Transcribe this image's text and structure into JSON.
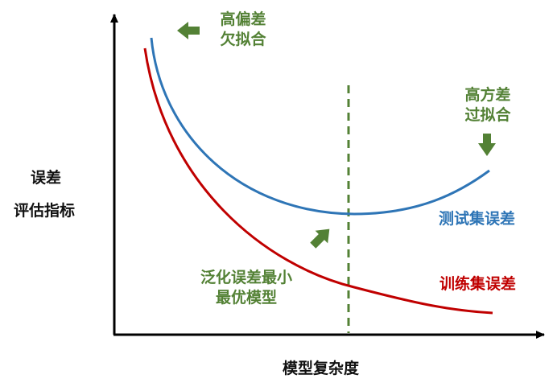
{
  "axes": {
    "x_label": "模型复杂度",
    "y_label_line1": "误差",
    "y_label_line2": "评估指标"
  },
  "curves": {
    "test": {
      "label": "测试集误差",
      "color": "#2E75B6"
    },
    "train": {
      "label": "训练集误差",
      "color": "#C00000"
    }
  },
  "annotations": {
    "underfit_line1": "高偏差",
    "underfit_line2": "欠拟合",
    "overfit_line1": "高方差",
    "overfit_line2": "过拟合",
    "optimum_line1": "泛化误差最小",
    "optimum_line2": "最优模型"
  },
  "colors": {
    "annotation": "#538135",
    "axis": "#000000"
  }
}
